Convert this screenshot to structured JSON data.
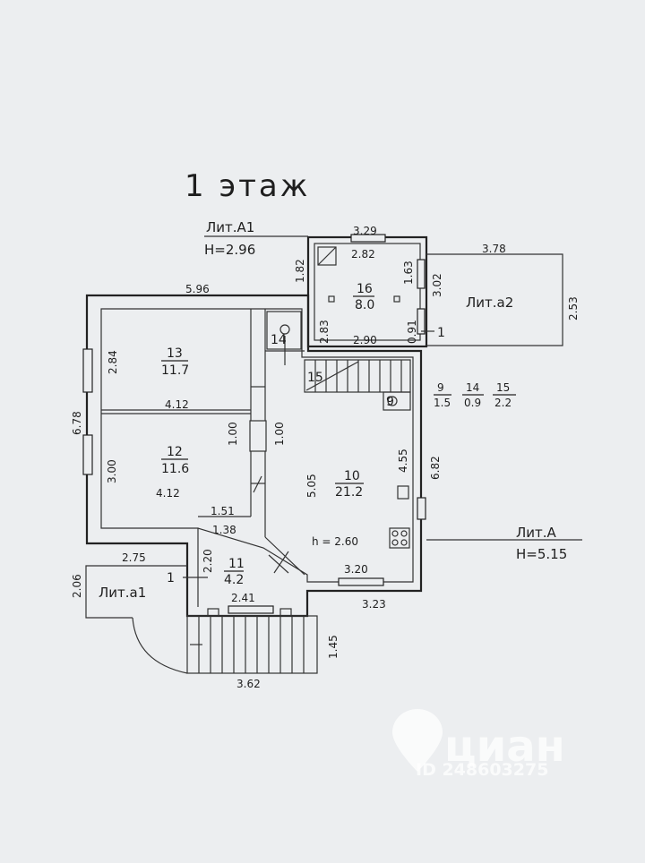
{
  "floor_title": "1 этаж",
  "lit_a1": {
    "name": "Лит.А1",
    "height": "H=2.96"
  },
  "lit_a": {
    "name": "Лит.А",
    "height": "H=5.15"
  },
  "lit_a1_small": "Лит.а1",
  "lit_a2": "Лит.а2",
  "ceiling_height": "h = 2.60",
  "rooms": [
    {
      "num": "16",
      "area": "8.0"
    },
    {
      "num": "13",
      "area": "11.7"
    },
    {
      "num": "12",
      "area": "11.6"
    },
    {
      "num": "10",
      "area": "21.2"
    },
    {
      "num": "11",
      "area": "4.2"
    },
    {
      "num": "14",
      "area": ""
    },
    {
      "num": "15",
      "area": ""
    },
    {
      "num": "9",
      "area": ""
    },
    {
      "num": "1",
      "area": ""
    }
  ],
  "legend": [
    {
      "num": "9",
      "area": "1.5"
    },
    {
      "num": "14",
      "area": "0.9"
    },
    {
      "num": "15",
      "area": "2.2"
    }
  ],
  "dimensions": {
    "d_3_29": "3.29",
    "d_2_82": "2.82",
    "d_1_82": "1.82",
    "d_1_63": "1.63",
    "d_3_02": "3.02",
    "d_2_83": "2.83",
    "d_2_90": "2.90",
    "d_0_91": "0.91",
    "d_3_78": "3.78",
    "d_2_53": "2.53",
    "d_5_96": "5.96",
    "d_2_84": "2.84",
    "d_4_12_a": "4.12",
    "d_6_78": "6.78",
    "d_1_00_a": "1.00",
    "d_1_00_b": "1.00",
    "d_3_00": "3.00",
    "d_4_12_b": "4.12",
    "d_5_05": "5.05",
    "d_4_55": "4.55",
    "d_6_82": "6.82",
    "d_1_51": "1.51",
    "d_1_38": "1.38",
    "d_2_75": "2.75",
    "d_2_20": "2.20",
    "d_2_06": "2.06",
    "d_3_20": "3.20",
    "d_3_23": "3.23",
    "d_2_41": "2.41",
    "d_1_45": "1.45",
    "d_3_62": "3.62"
  },
  "watermark": {
    "brand": "циан",
    "id": "ID 248603275"
  }
}
